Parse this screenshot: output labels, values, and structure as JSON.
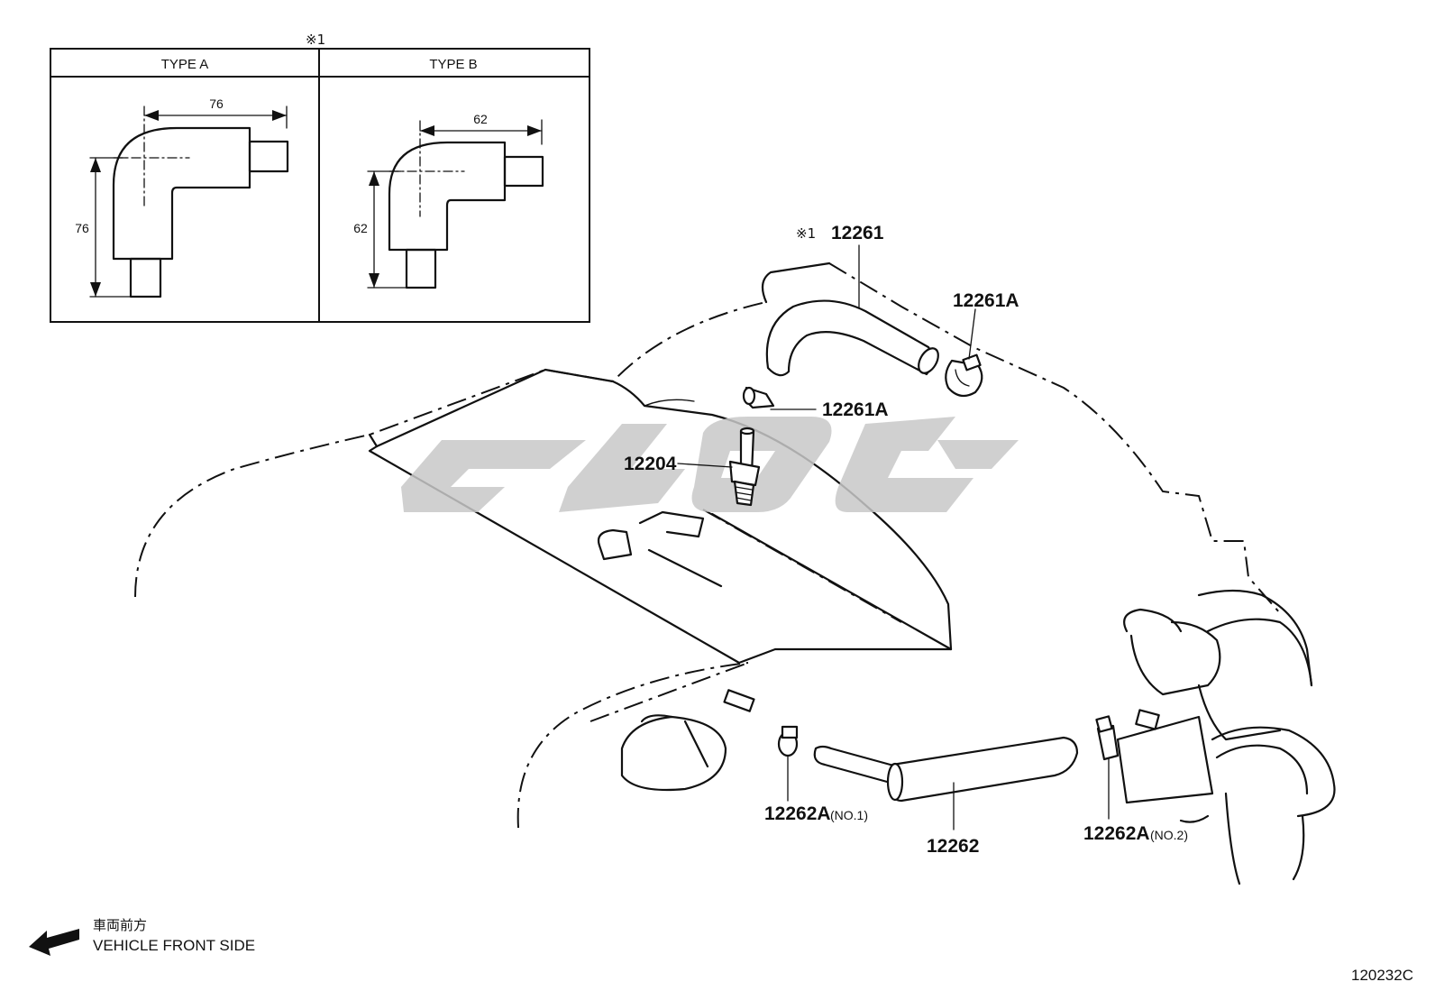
{
  "inset": {
    "note_mark": "※1",
    "type_a": {
      "header": "TYPE A",
      "dim_horizontal": "76",
      "dim_vertical": "76"
    },
    "type_b": {
      "header": "TYPE B",
      "dim_horizontal": "62",
      "dim_vertical": "62"
    }
  },
  "callouts": {
    "hose_note": "※1",
    "hose_12261": "12261",
    "clip_12261a_right": "12261A",
    "clip_12261a_left": "12261A",
    "valve_12204": "12204",
    "clamp_no1": "12262A",
    "clamp_no1_suffix": "(NO.1)",
    "hose_12262": "12262",
    "clamp_no2": "12262A",
    "clamp_no2_suffix": "(NO.2)"
  },
  "orientation": {
    "label_jp": "車両前方",
    "label_en": "VEHICLE FRONT SIDE"
  },
  "figure_code": "120232C",
  "colors": {
    "line": "#111111",
    "watermark": "#c8c8c8",
    "background": "#ffffff"
  }
}
